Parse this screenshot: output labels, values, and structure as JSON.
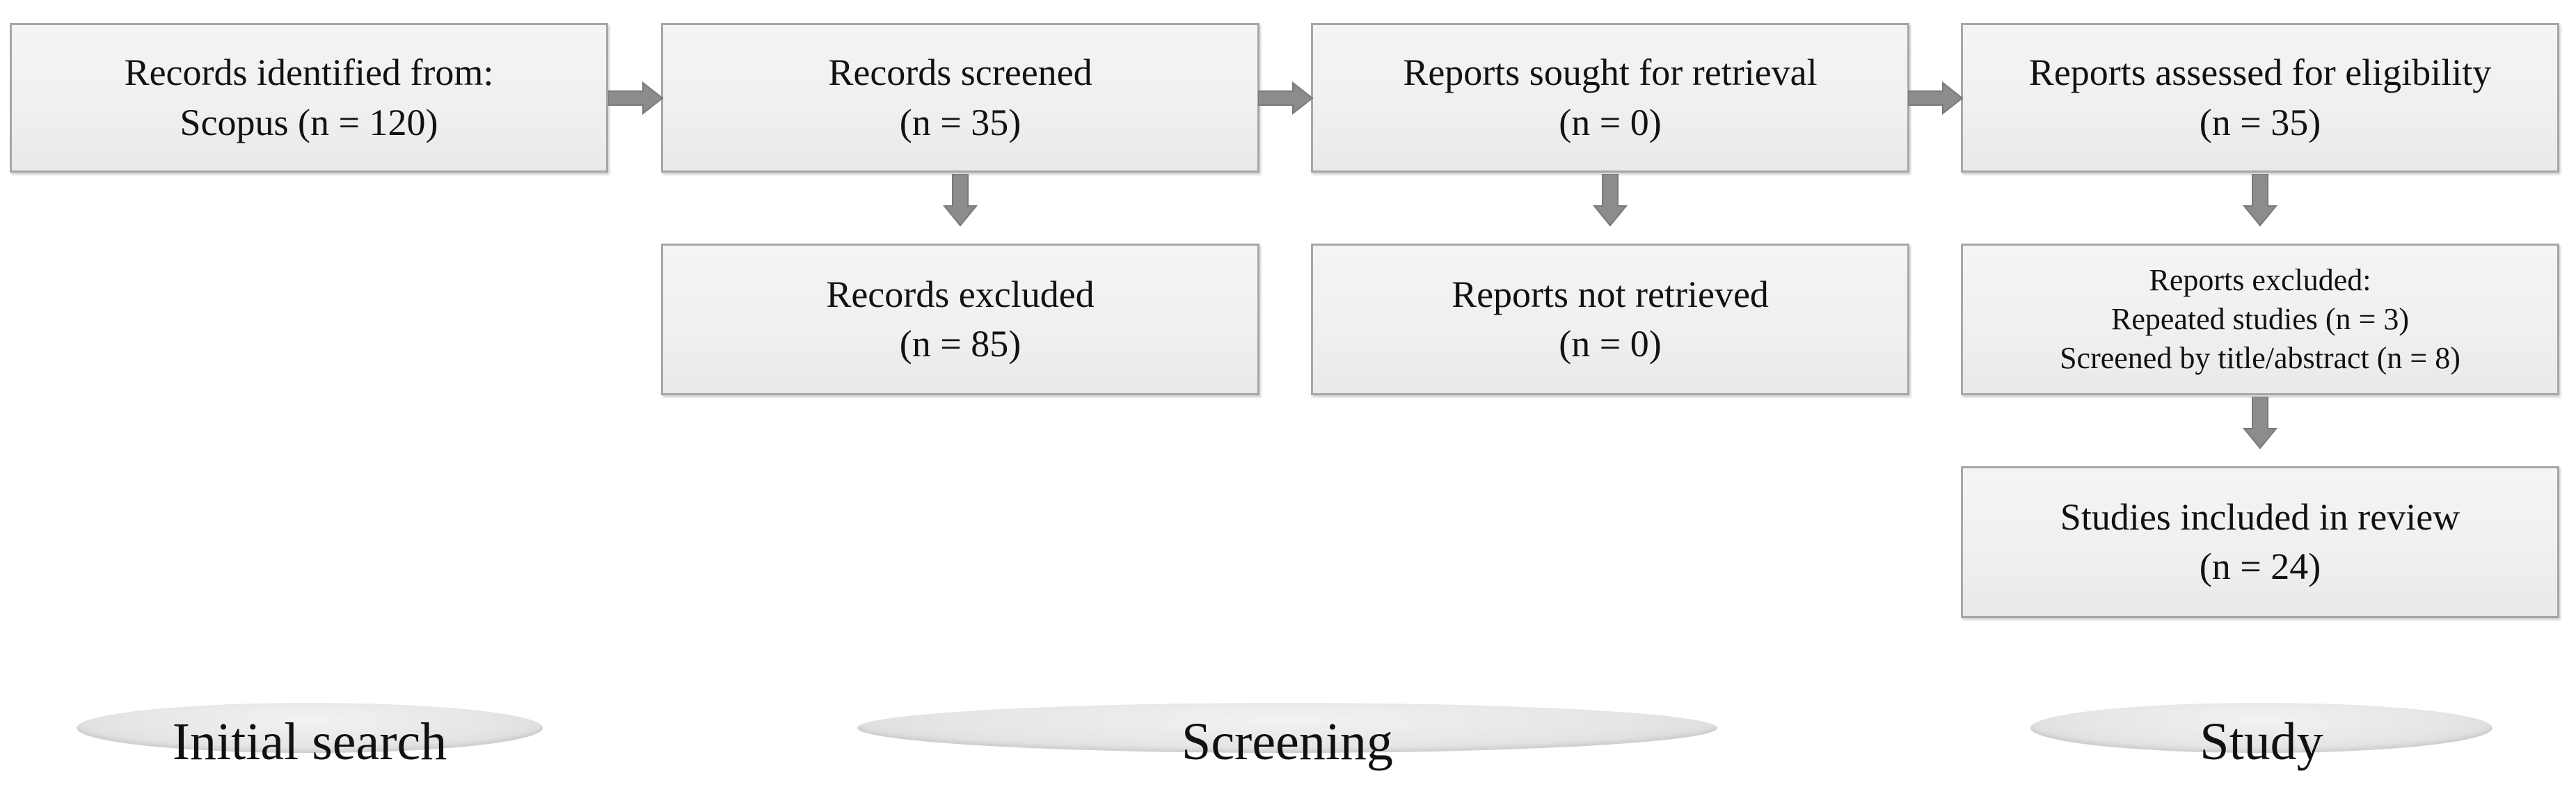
{
  "boxes": {
    "identified": {
      "line1": "Records identified from:",
      "line2": "Scopus (n = 120)"
    },
    "screened": {
      "line1": "Records screened",
      "line2": "(n = 35)"
    },
    "sought": {
      "line1": "Reports sought for retrieval",
      "line2": "(n = 0)"
    },
    "assessed": {
      "line1": "Reports assessed for eligibility",
      "line2": "(n = 35)"
    },
    "records_excluded": {
      "line1": "Records excluded",
      "line2": "(n = 85)"
    },
    "not_retrieved": {
      "line1": "Reports not retrieved",
      "line2": "(n = 0)"
    },
    "reports_excluded": {
      "line1": "Reports excluded:",
      "line2": "Repeated studies (n = 3)",
      "line3": "Screened by title/abstract (n = 8)"
    },
    "included": {
      "line1": "Studies included in review",
      "line2": "(n = 24)"
    }
  },
  "phases": {
    "initial": "Initial search",
    "screening": "Screening",
    "study": "Study"
  },
  "colors": {
    "box_border": "#a6a6a6",
    "box_fill": "#f0f0f0",
    "arrow_fill": "#8c8c8c"
  }
}
